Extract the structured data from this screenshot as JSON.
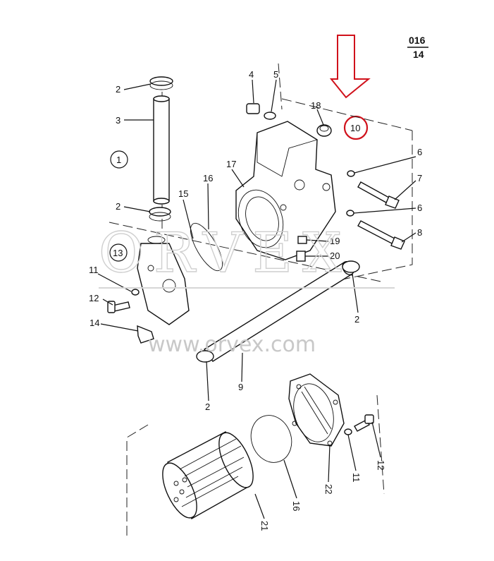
{
  "page_ref": {
    "top": "016",
    "bottom": "14"
  },
  "watermark": {
    "brand": "ORVEX",
    "url": "www.orvex.com"
  },
  "colors": {
    "highlight": "#d0111b",
    "ink": "#111111",
    "watermark": "#cfcfcf"
  },
  "callouts": {
    "c2a": "2",
    "c3": "3",
    "c1": "1",
    "c2b": "2",
    "c13": "13",
    "c11a": "11",
    "c12a": "12",
    "c14": "14",
    "c15": "15",
    "c16a": "16",
    "c17": "17",
    "c4": "4",
    "c5": "5",
    "c18": "18",
    "c10": "10",
    "c6a": "6",
    "c7": "7",
    "c6b": "6",
    "c8": "8",
    "c19": "19",
    "c20": "20",
    "c2c": "2",
    "c9": "9",
    "c2d": "2",
    "c12b": "12",
    "c11b": "11",
    "c22": "22",
    "c16b": "16",
    "c21": "21"
  }
}
